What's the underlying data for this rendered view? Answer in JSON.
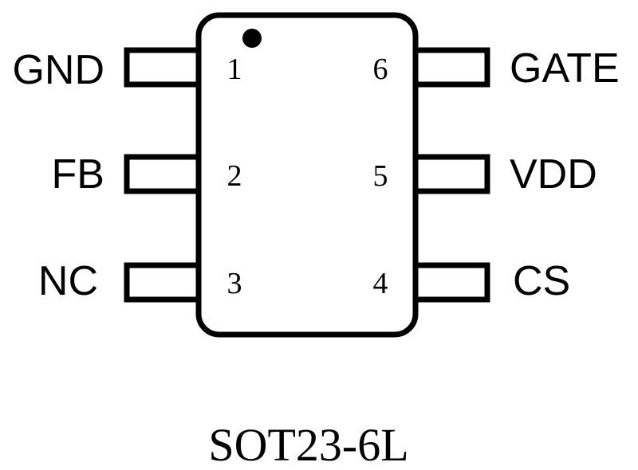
{
  "package": {
    "name": "SOT23-6L",
    "orientation_mark": "pin1-dot"
  },
  "pins": [
    {
      "number": "1",
      "label": "GND"
    },
    {
      "number": "2",
      "label": "FB"
    },
    {
      "number": "3",
      "label": "NC"
    },
    {
      "number": "4",
      "label": "CS"
    },
    {
      "number": "5",
      "label": "VDD"
    },
    {
      "number": "6",
      "label": "GATE"
    }
  ],
  "colors": {
    "stroke": "#000000",
    "background": "#ffffff"
  }
}
